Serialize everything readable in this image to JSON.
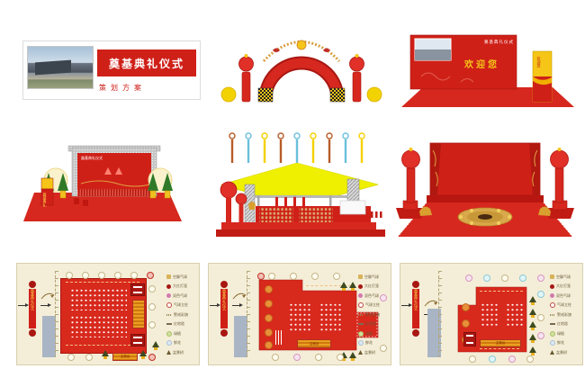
{
  "title_card": {
    "title": "奠基典礼仪式",
    "subtitle": "策划方案"
  },
  "welcome_wall": {
    "header": "奠基典礼仪式",
    "welcome": "欢迎您",
    "sign": "欢迎您"
  },
  "stage_left": {
    "header": "奠基典礼仪式",
    "sign": "奠基典礼"
  },
  "plans": {
    "banner_text": "奠基典礼仪式",
    "stage_label": "主席台",
    "legend": {
      "items": [
        {
          "label": "空飘气球",
          "cls": "i-tan"
        },
        {
          "label": "大红灯笼",
          "cls": "i-red"
        },
        {
          "label": "双色气球",
          "cls": "i-pink"
        },
        {
          "label": "气球立柱",
          "cls": "i-ring"
        },
        {
          "label": "警戒彩旗",
          "cls": "i-dash"
        },
        {
          "label": "红地毯",
          "cls": "i-bar"
        },
        {
          "label": "绿植",
          "cls": "i-green"
        },
        {
          "label": "鲜花",
          "cls": "i-blue"
        },
        {
          "label": "盆景树",
          "cls": "i-tree"
        }
      ]
    }
  },
  "colors": {
    "primary_red": "#d6281e",
    "dark_red": "#a81712",
    "banner_red": "#cf2018",
    "gold_yellow": "#f5c518",
    "canopy_yellow": "#eef000",
    "plan_cream": "#f4eed8",
    "stage_orange": "#e8a020",
    "building_gray": "#a9b5c5"
  },
  "icons": [
    "inflatable-arch-icon",
    "red-lantern-column-icon",
    "yellow-ball-icon",
    "sky-balloon-banner-icon",
    "truss-tower-icon",
    "golden-lion-icon",
    "bonsai-tree-icon",
    "drum-icon",
    "foundation-ring-icon",
    "arrow-icon"
  ]
}
